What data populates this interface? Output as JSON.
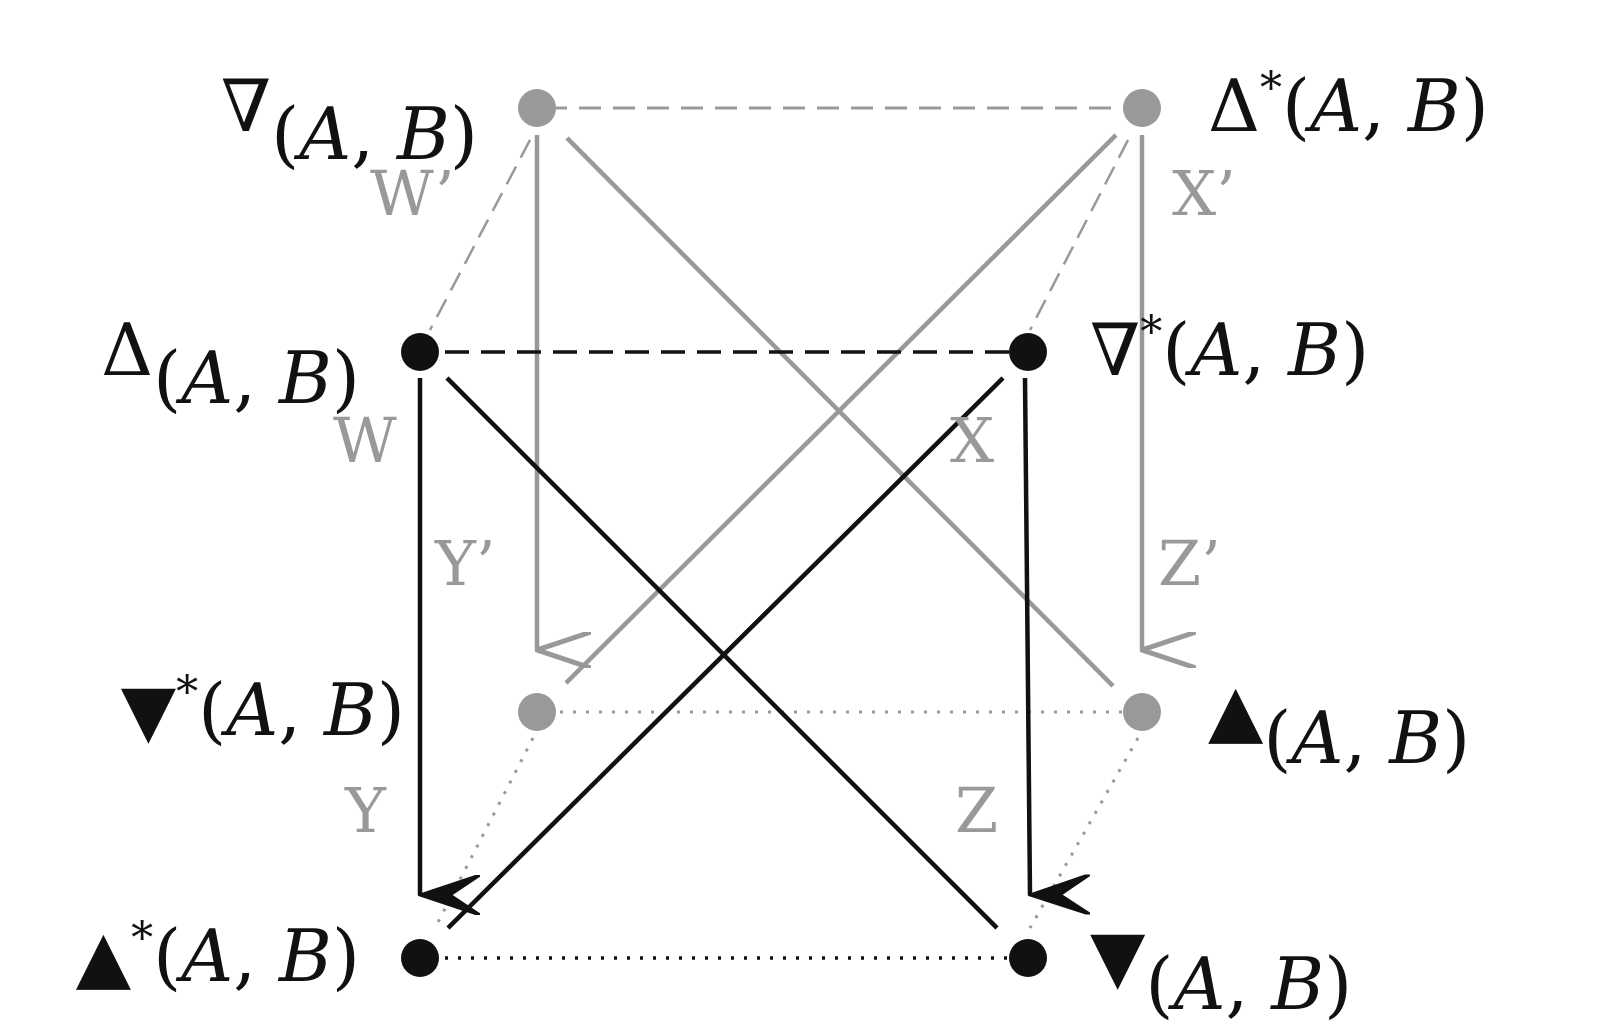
{
  "colors": {
    "front": "#111111",
    "back": "#999999",
    "background": "#ffffff"
  },
  "nodes": {
    "nabla": {
      "symbol": "∇",
      "sup": "",
      "args": [
        "A",
        "B"
      ]
    },
    "delta_star": {
      "symbol": "Δ",
      "sup": "*",
      "args": [
        "A",
        "B"
      ]
    },
    "delta": {
      "symbol": "Δ",
      "sup": "",
      "args": [
        "A",
        "B"
      ]
    },
    "nabla_star": {
      "symbol": "∇",
      "sup": "*",
      "args": [
        "A",
        "B"
      ]
    },
    "filled_nabla_star": {
      "symbol": "▼",
      "sup": "*",
      "args": [
        "A",
        "B"
      ]
    },
    "filled_delta": {
      "symbol": "▲",
      "sup": "",
      "args": [
        "A",
        "B"
      ]
    },
    "filled_delta_star": {
      "symbol": "▲",
      "sup": "*",
      "args": [
        "A",
        "B"
      ]
    },
    "filled_nabla": {
      "symbol": "▼",
      "sup": "",
      "args": [
        "A",
        "B"
      ]
    }
  },
  "edge_labels": {
    "w_prime": "W’",
    "x_prime": "X’",
    "w": "W",
    "x": "X",
    "y_prime": "Y’",
    "z_prime": "Z’",
    "y": "Y",
    "z": "Z"
  }
}
